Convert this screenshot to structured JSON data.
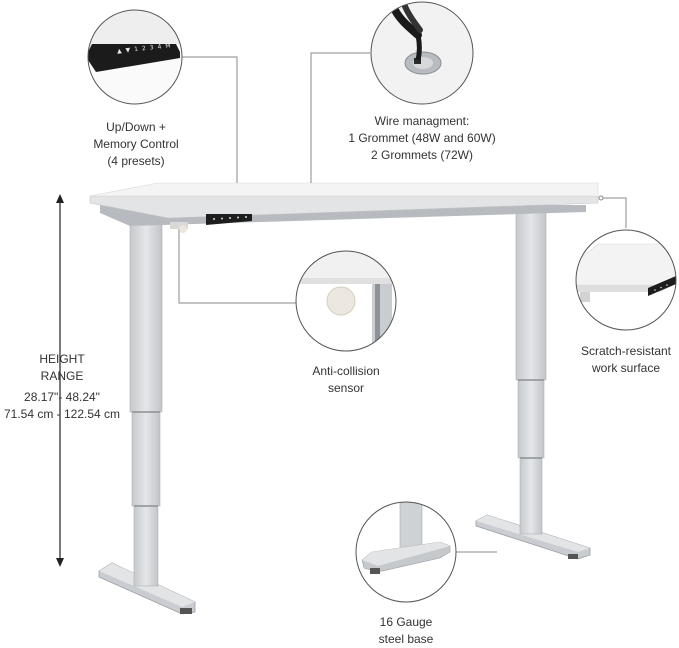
{
  "features": {
    "control": {
      "lines": [
        "Up/Down +",
        "Memory Control",
        "(4 presets)"
      ],
      "icon": "keypad-icon"
    },
    "wire": {
      "lines": [
        "Wire managment:",
        "1 Grommet (48W and 60W)",
        "2 Grommets (72W)"
      ],
      "icon": "grommet-icon"
    },
    "sensor": {
      "lines": [
        "Anti-collision",
        "sensor"
      ],
      "icon": "sensor-icon"
    },
    "surface": {
      "lines": [
        "Scratch-resistant",
        "work surface"
      ],
      "icon": "desktop-corner-icon"
    },
    "base": {
      "lines": [
        "16 Gauge",
        "steel base"
      ],
      "icon": "steel-foot-icon"
    }
  },
  "height": {
    "title_lines": [
      "HEIGHT",
      "RANGE"
    ],
    "inches": "28.17\"- 48.24\"",
    "cm": "71.54 cm - 122.54 cm"
  },
  "keypad": {
    "buttons": [
      "1",
      "2",
      "3",
      "4",
      "M"
    ]
  },
  "colors": {
    "desk_top": "#f4f4f4",
    "leg": "#d6d8da",
    "line": "#888888",
    "circle_border": "#555555"
  }
}
